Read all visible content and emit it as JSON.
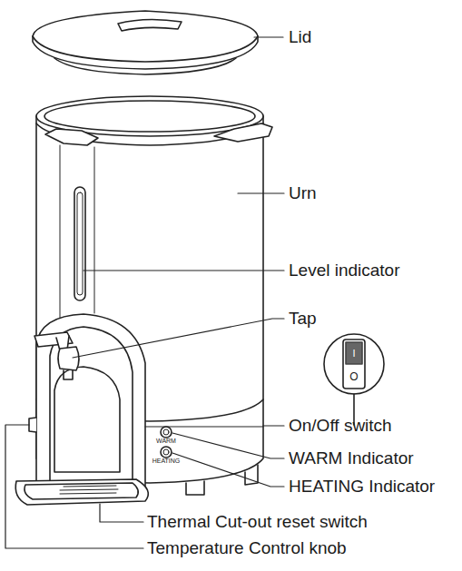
{
  "diagram": {
    "labels": [
      "Lid",
      "Urn",
      "Level indicator",
      "Tap",
      "I",
      "O",
      "On/Off switch",
      "WARM",
      "HEATING",
      "WARM Indicator",
      "HEATING Indicator",
      "Thermal Cut-out reset switch",
      "Temperature Control knob"
    ]
  }
}
